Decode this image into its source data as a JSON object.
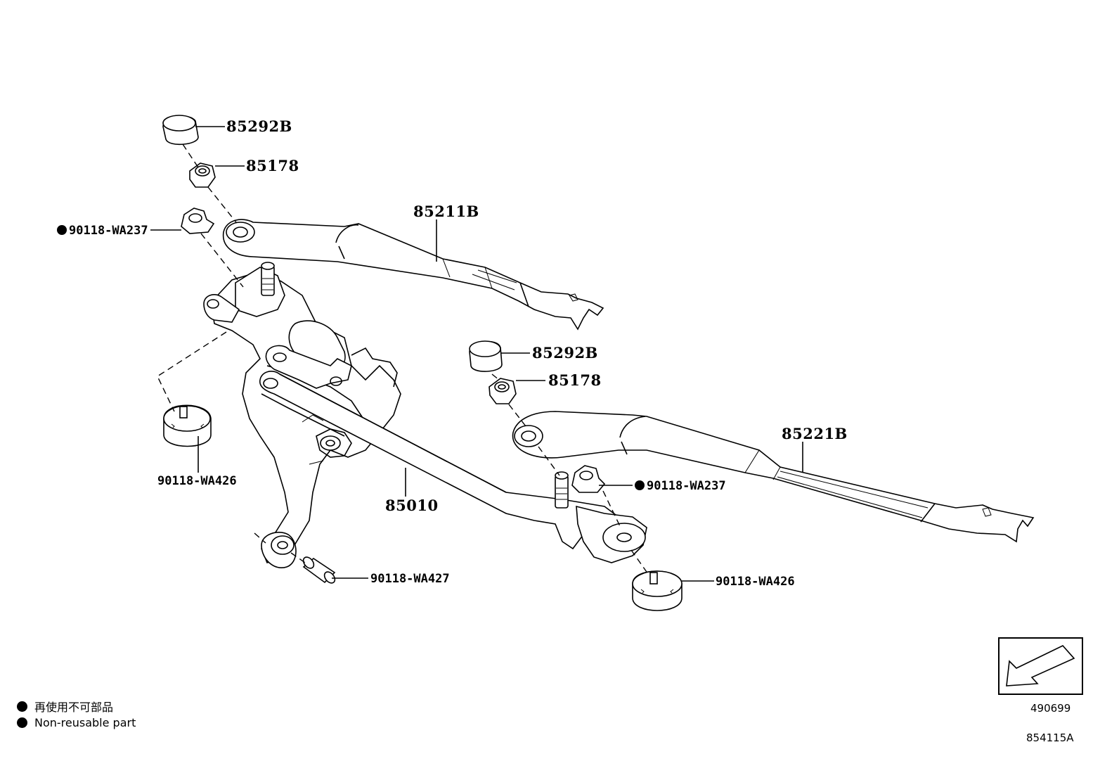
{
  "labels": {
    "cap_left": "85292B",
    "nut_left": "85178",
    "nut_flange_left": "90118-WA237",
    "arm_left": "85211B",
    "cap_right": "85292B",
    "nut_right": "85178",
    "arm_right": "85221B",
    "nut_flange_right": "90118-WA237",
    "grommet_left": "90118-WA426",
    "link_assy": "85010",
    "collar": "90118-WA427",
    "grommet_right": "90118-WA426"
  },
  "legend": {
    "line1": "再使用不可部品",
    "line2": "Non-reusable part"
  },
  "codes": {
    "view_code": "490699",
    "figure_code": "854115A"
  },
  "icons": [
    "non-reusable-dot-icon",
    "view-direction-arrow-icon"
  ]
}
